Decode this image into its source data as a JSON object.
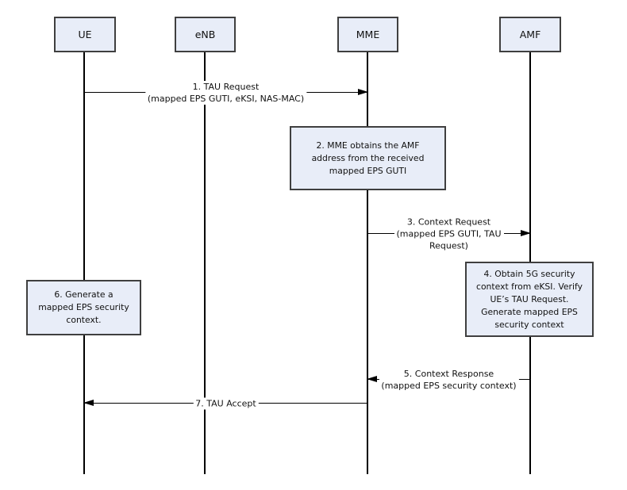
{
  "colors": {
    "background": "#ffffff",
    "node_fill": "#e8edf8",
    "node_border": "#3f3f3f",
    "line": "#000000",
    "text": "#111111"
  },
  "actors": [
    {
      "id": "ue",
      "label": "UE"
    },
    {
      "id": "enb",
      "label": "eNB"
    },
    {
      "id": "mme",
      "label": "MME"
    },
    {
      "id": "amf",
      "label": "AMF"
    }
  ],
  "messages": [
    {
      "step": "1",
      "from": "UE",
      "to": "MME",
      "direction": "right",
      "text": "1. TAU Request\n(mapped EPS GUTI, eKSI, NAS-MAC)"
    },
    {
      "step": "3",
      "from": "MME",
      "to": "AMF",
      "direction": "right",
      "text": "3. Context Request\n(mapped EPS GUTI, TAU\nRequest)"
    },
    {
      "step": "5",
      "from": "AMF",
      "to": "MME",
      "direction": "left",
      "text": "5. Context Response\n(mapped EPS security context)"
    },
    {
      "step": "7",
      "from": "MME",
      "to": "UE",
      "direction": "left",
      "text": "7. TAU Accept"
    }
  ],
  "process_boxes": [
    {
      "step": "2",
      "actor": "MME",
      "text": "2. MME obtains the AMF\naddress from the received\nmapped EPS GUTI"
    },
    {
      "step": "4",
      "actor": "AMF",
      "text": "4. Obtain 5G security\ncontext from eKSI. Verify\nUE’s TAU Request.\nGenerate mapped EPS\nsecurity context"
    },
    {
      "step": "6",
      "actor": "UE",
      "text": "6. Generate a\nmapped EPS security\ncontext."
    }
  ]
}
